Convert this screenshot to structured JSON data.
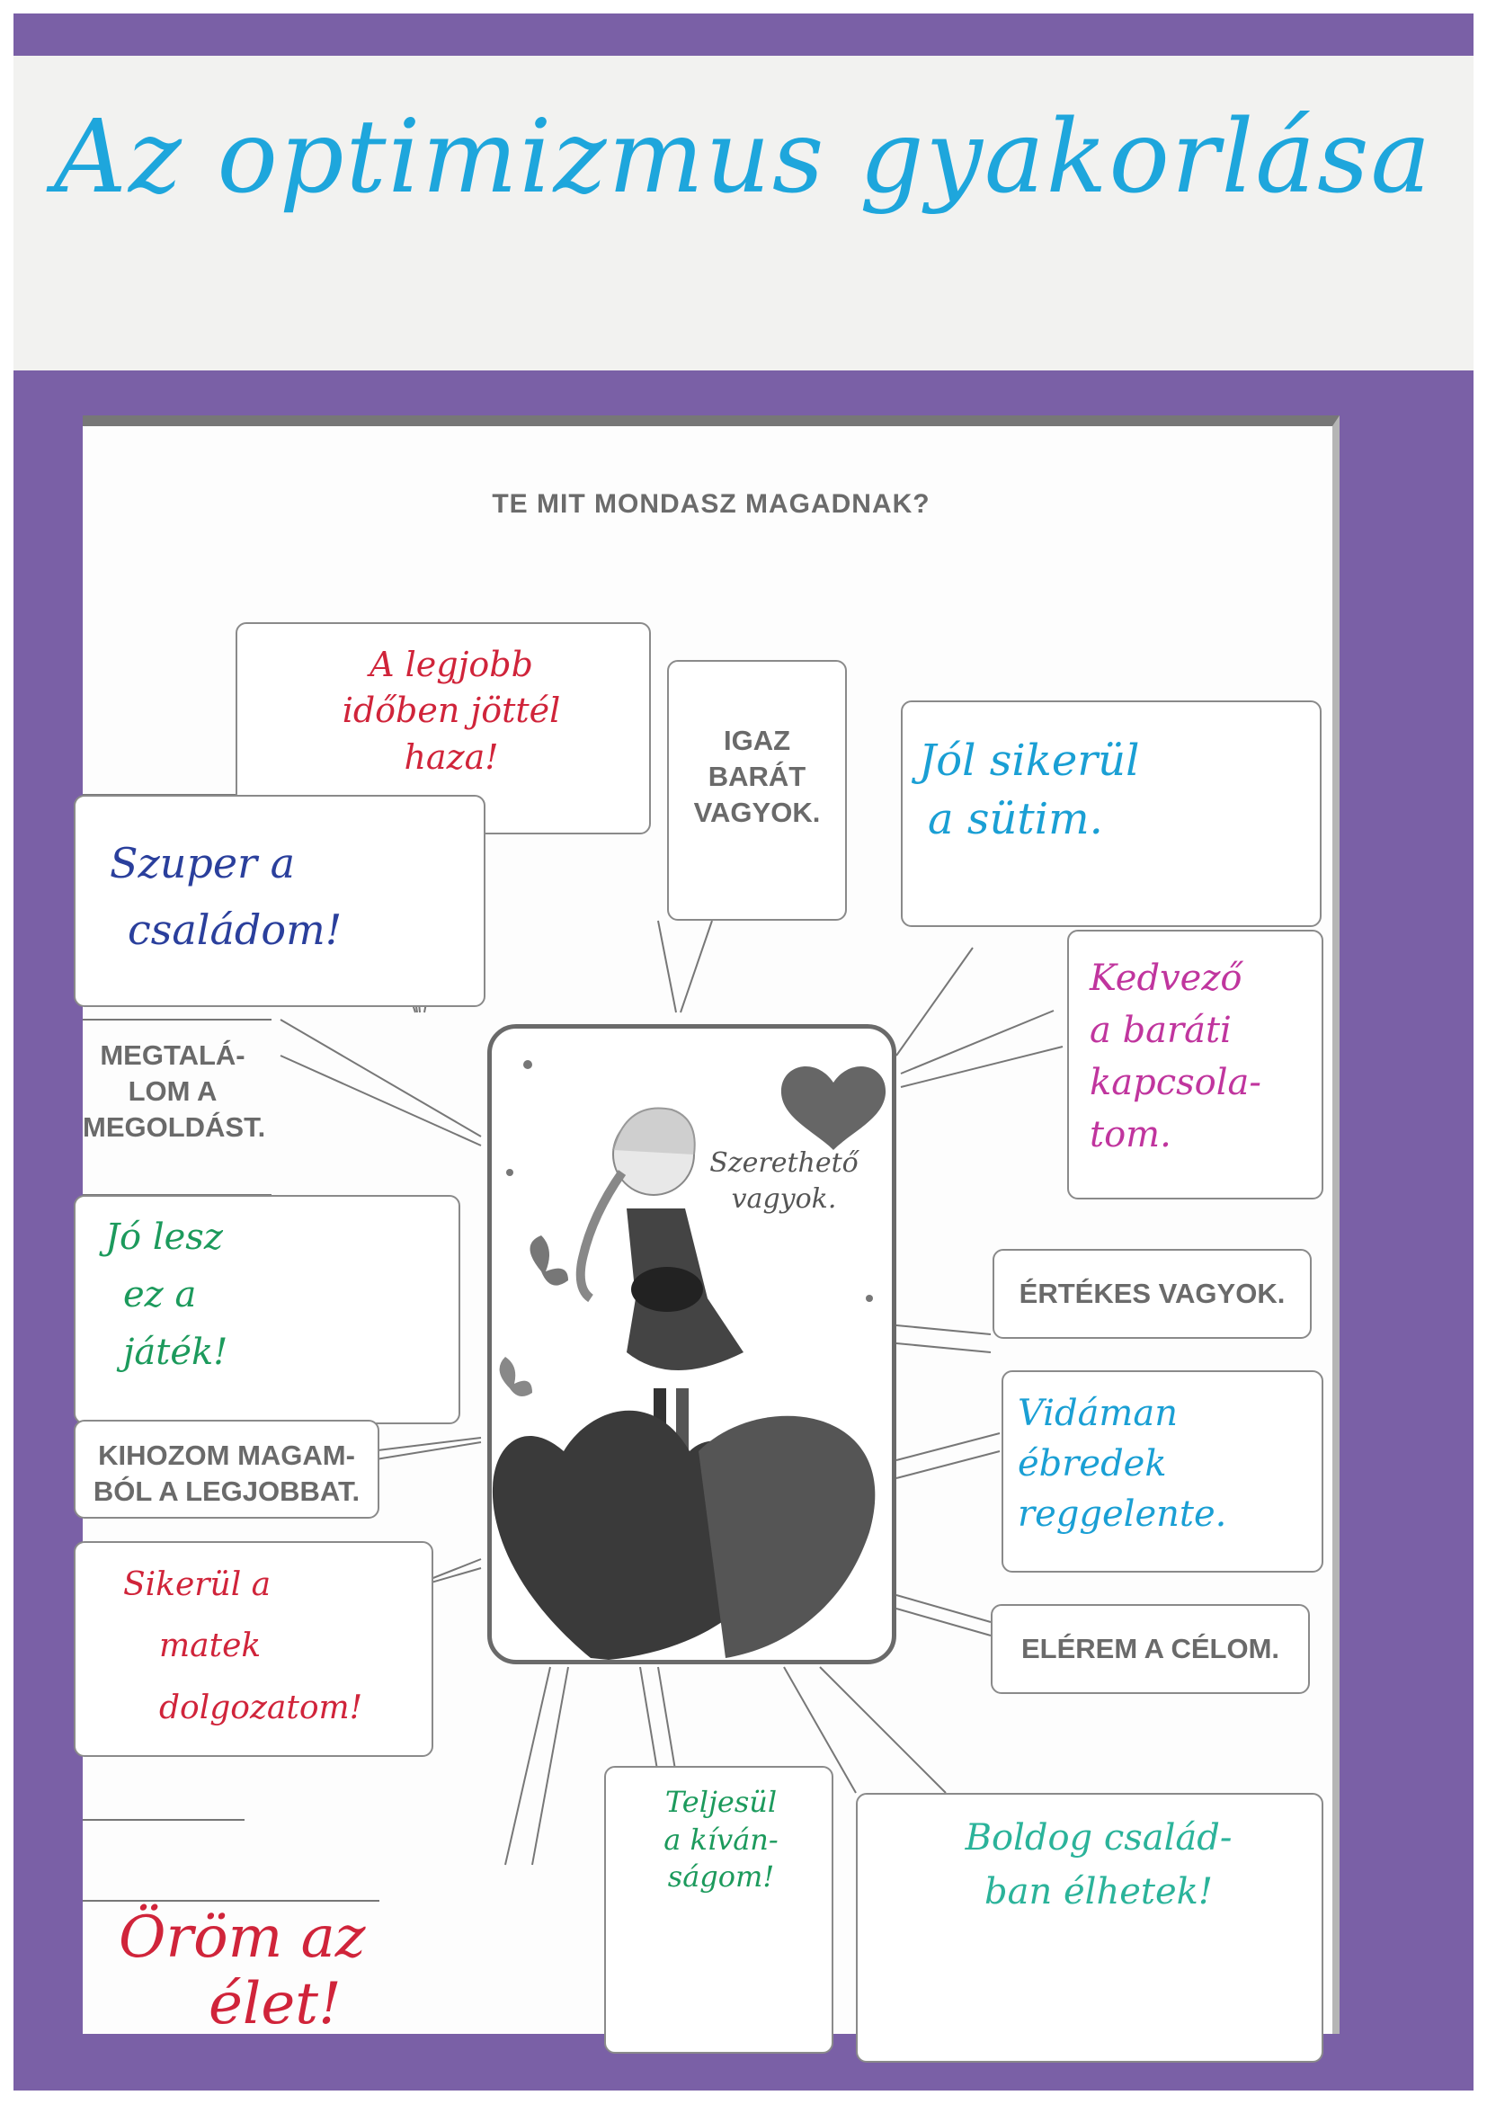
{
  "title": "Az optimizmus gyakorlása",
  "worksheet_heading": "TE MIT MONDASZ MAGADNAK?",
  "card_text": "Szerethető vagyok.",
  "printed": {
    "igaz_barat": [
      "IGAZ",
      "BARÁT",
      "VAGYOK."
    ],
    "megtalalom": [
      "MEGTALÁ-",
      "LOM A",
      "MEGOLDÁST."
    ],
    "kihozom": [
      "KIHOZOM MAGAM-",
      "BÓL A LEGJOBBAT."
    ],
    "ertekes": "ÉRTÉKES VAGYOK.",
    "elerem": "ELÉREM A CÉLOM."
  },
  "handwritten": {
    "legjobb": [
      "A legjobb",
      "időben jöttél",
      "haza!"
    ],
    "sikerul_sutim": [
      "Jól sikerül",
      "a sütim."
    ],
    "szuper": [
      "Szuper a",
      "családom!"
    ],
    "kedvezo": [
      "Kedvező",
      "a baráti",
      "kapcsola-",
      "tom."
    ],
    "jo_lesz": [
      "Jó lesz",
      "ez a",
      "játék!"
    ],
    "vidaman": [
      "Vidáman",
      "ébredek",
      "reggelente."
    ],
    "matek": [
      "Sikerül a",
      "matek",
      "dolgozatom!"
    ],
    "teljesul": [
      "Teljesül",
      "a kíván-",
      "ságom!"
    ],
    "boldog": [
      "Boldog család-",
      "ban élhetek!"
    ],
    "orom": [
      "Öröm az",
      "élet!"
    ]
  },
  "colors": {
    "purple": "#7a60a6",
    "title_blue": "#1ea6dc",
    "red": "#d0243a",
    "navy": "#2a3f9c",
    "cyan": "#1a9fd4",
    "magenta": "#c0359e",
    "green": "#1c9a5c",
    "teal": "#2bb39a"
  }
}
